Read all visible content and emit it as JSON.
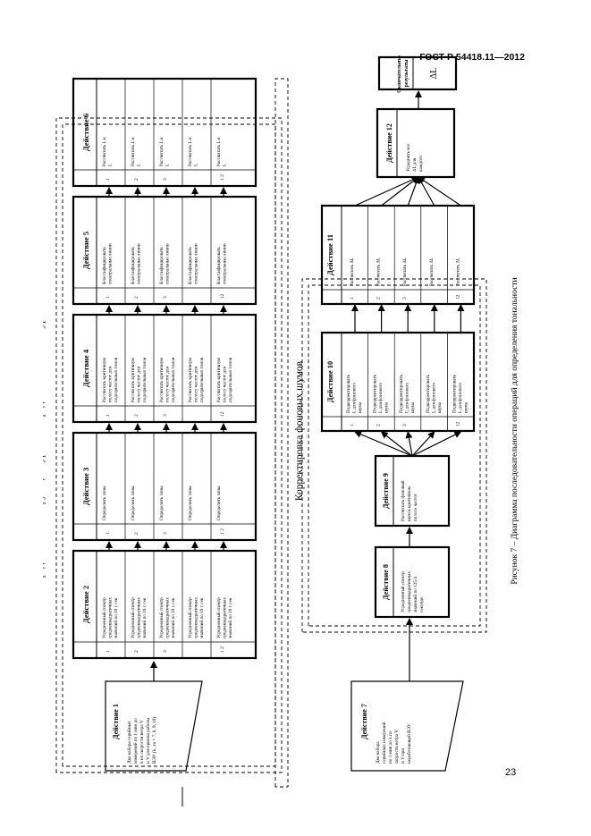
{
  "header": {
    "standard": "ГОСТ Р 54418.11—2012"
  },
  "page_number": "23",
  "figure_caption": "Рисунок 7 – Диаграмма последовательности операций для определения тональности",
  "group_labels": {
    "masking": "Определение маскирующего уровня и среднего тонального уровня",
    "background": "Корректировка фоновых шумов"
  },
  "action1": {
    "title": "Действие 1",
    "text": [
      "Два набора серийных",
      "измерений по 1 мин до",
      "k их скорости ветра V",
      "и V  для приема работы",
      "ВЭУ (k , m = 7, 8, 9, 10)"
    ]
  },
  "action7": {
    "title": "Действие 7",
    "text": [
      "Два набора",
      "серийных измерений",
      "по 1 мин до k по",
      "скорости ветра V",
      "и V  при",
      "неработающей ВЭУ"
    ]
  },
  "actions_top": [
    {
      "title": "Действие 2",
      "rows": [
        {
          "n": "1",
          "t": [
            "Усредненный спектр",
            "среднеквадратичных",
            "значений по 10 с сек"
          ]
        },
        {
          "n": "2",
          "t": [
            "Усредненный спектр",
            "среднеквадратичных",
            "значений по 10 с сек"
          ]
        },
        {
          "n": "3",
          "t": [
            "Усредненный спектр",
            "среднеквадратичных",
            "значений по 10 с сек"
          ]
        },
        {
          "n": "",
          "t": [
            "Усредненный спектр",
            "среднеквадратичных",
            "значений по 10 с сек"
          ]
        },
        {
          "n": "1 2",
          "t": [
            "Усредненный спектр",
            "среднеквадратичных",
            "значений по 10 с сек"
          ]
        }
      ]
    },
    {
      "title": "Действие 3",
      "rows": [
        {
          "n": "1",
          "t": [
            "Определить зоны"
          ]
        },
        {
          "n": "2",
          "t": [
            "Определить зоны"
          ]
        },
        {
          "n": "3",
          "t": [
            "Определить зоны"
          ]
        },
        {
          "n": "",
          "t": [
            "Определить зоны"
          ]
        },
        {
          "n": "1 2",
          "t": [
            "Определить зоны"
          ]
        }
      ]
    },
    {
      "title": "Действие 4",
      "rows": [
        {
          "n": "1",
          "t": [
            "Рассчитать критичную",
            "полосу частот для",
            "подозрительных тонов"
          ]
        },
        {
          "n": "2",
          "t": [
            "Рассчитать критичную",
            "полосу частот для",
            "подозрительных тонов"
          ]
        },
        {
          "n": "3",
          "t": [
            "Рассчитать критичную",
            "полосу частот для",
            "подозрительных тонов"
          ]
        },
        {
          "n": "",
          "t": [
            "Рассчитать критичную",
            "полосу частот для",
            "подозрительных тонов"
          ]
        },
        {
          "n": "12",
          "t": [
            "Рассчитать критичную",
            "полосу частот для",
            "подозрительных тонов"
          ]
        }
      ]
    },
    {
      "title": "Действие 5",
      "rows": [
        {
          "n": "1",
          "t": [
            "Классифицировать",
            "спектральные линии"
          ]
        },
        {
          "n": "2",
          "t": [
            "Классифицировать",
            "спектральные линии"
          ]
        },
        {
          "n": "3",
          "t": [
            "Классифицировать",
            "спектральные линии"
          ]
        },
        {
          "n": "",
          "t": [
            "Классифицировать",
            "спектральные линии"
          ]
        },
        {
          "n": "12",
          "t": [
            "Классифицировать",
            "спектральные линии"
          ]
        }
      ]
    },
    {
      "title": "Действие 6",
      "rows": [
        {
          "n": "1",
          "t": [
            "Рассчитать L  и",
            "L "
          ]
        },
        {
          "n": "2",
          "t": [
            "Рассчитать L  и",
            "L "
          ]
        },
        {
          "n": "3",
          "t": [
            "Рассчитать L  и",
            "L "
          ]
        },
        {
          "n": "",
          "t": [
            "Рассчитать L  и",
            "L "
          ]
        },
        {
          "n": "1 2",
          "t": [
            "Рассчитать L  и",
            "L "
          ]
        }
      ]
    }
  ],
  "action8": {
    "title": "Действие 8",
    "text": [
      "Усредненный спектр",
      "среднеквадратичных",
      "значений по 125/4",
      "секунде"
    ]
  },
  "action9": {
    "title": "Действие 9",
    "text": [
      "Рассчитать фоновый",
      "шум в критичном",
      "полосе частот"
    ]
  },
  "action10": {
    "title": "Действие 10",
    "rows": [
      {
        "n": "1",
        "t": [
          "Подкорректировать",
          "L  для фонового",
          "шума"
        ]
      },
      {
        "n": "2",
        "t": [
          "Подкорректировать",
          "L  для фонового",
          "шума"
        ]
      },
      {
        "n": "3",
        "t": [
          "Подкорректировать",
          "L  для фонового",
          "шума"
        ]
      },
      {
        "n": "",
        "t": [
          "Подкорректировать",
          "L  для фонового",
          "шума"
        ]
      },
      {
        "n": "12",
        "t": [
          "Подкорректировать",
          "L  для фонового",
          "шума"
        ]
      }
    ]
  },
  "action11": {
    "title": "Действие 11",
    "rows": [
      {
        "n": "1",
        "t": [
          "Рассчитать ΔL"
        ]
      },
      {
        "n": "2",
        "t": [
          "Рассчитать ΔL"
        ]
      },
      {
        "n": "3",
        "t": [
          "Рассчитать ΔL"
        ]
      },
      {
        "n": "",
        "t": [
          "Рассчитать ΔL"
        ]
      },
      {
        "n": "12",
        "t": [
          "Рассчитать ΔL"
        ]
      }
    ]
  },
  "action12": {
    "title": "Действие 12",
    "text": [
      "Усреднить все",
      "ΔL  для",
      "каждого"
    ]
  },
  "final": {
    "title": "Окончательные результаты",
    "title_lines": [
      "Окончательные",
      "результаты"
    ],
    "symbol": "ΔL"
  }
}
